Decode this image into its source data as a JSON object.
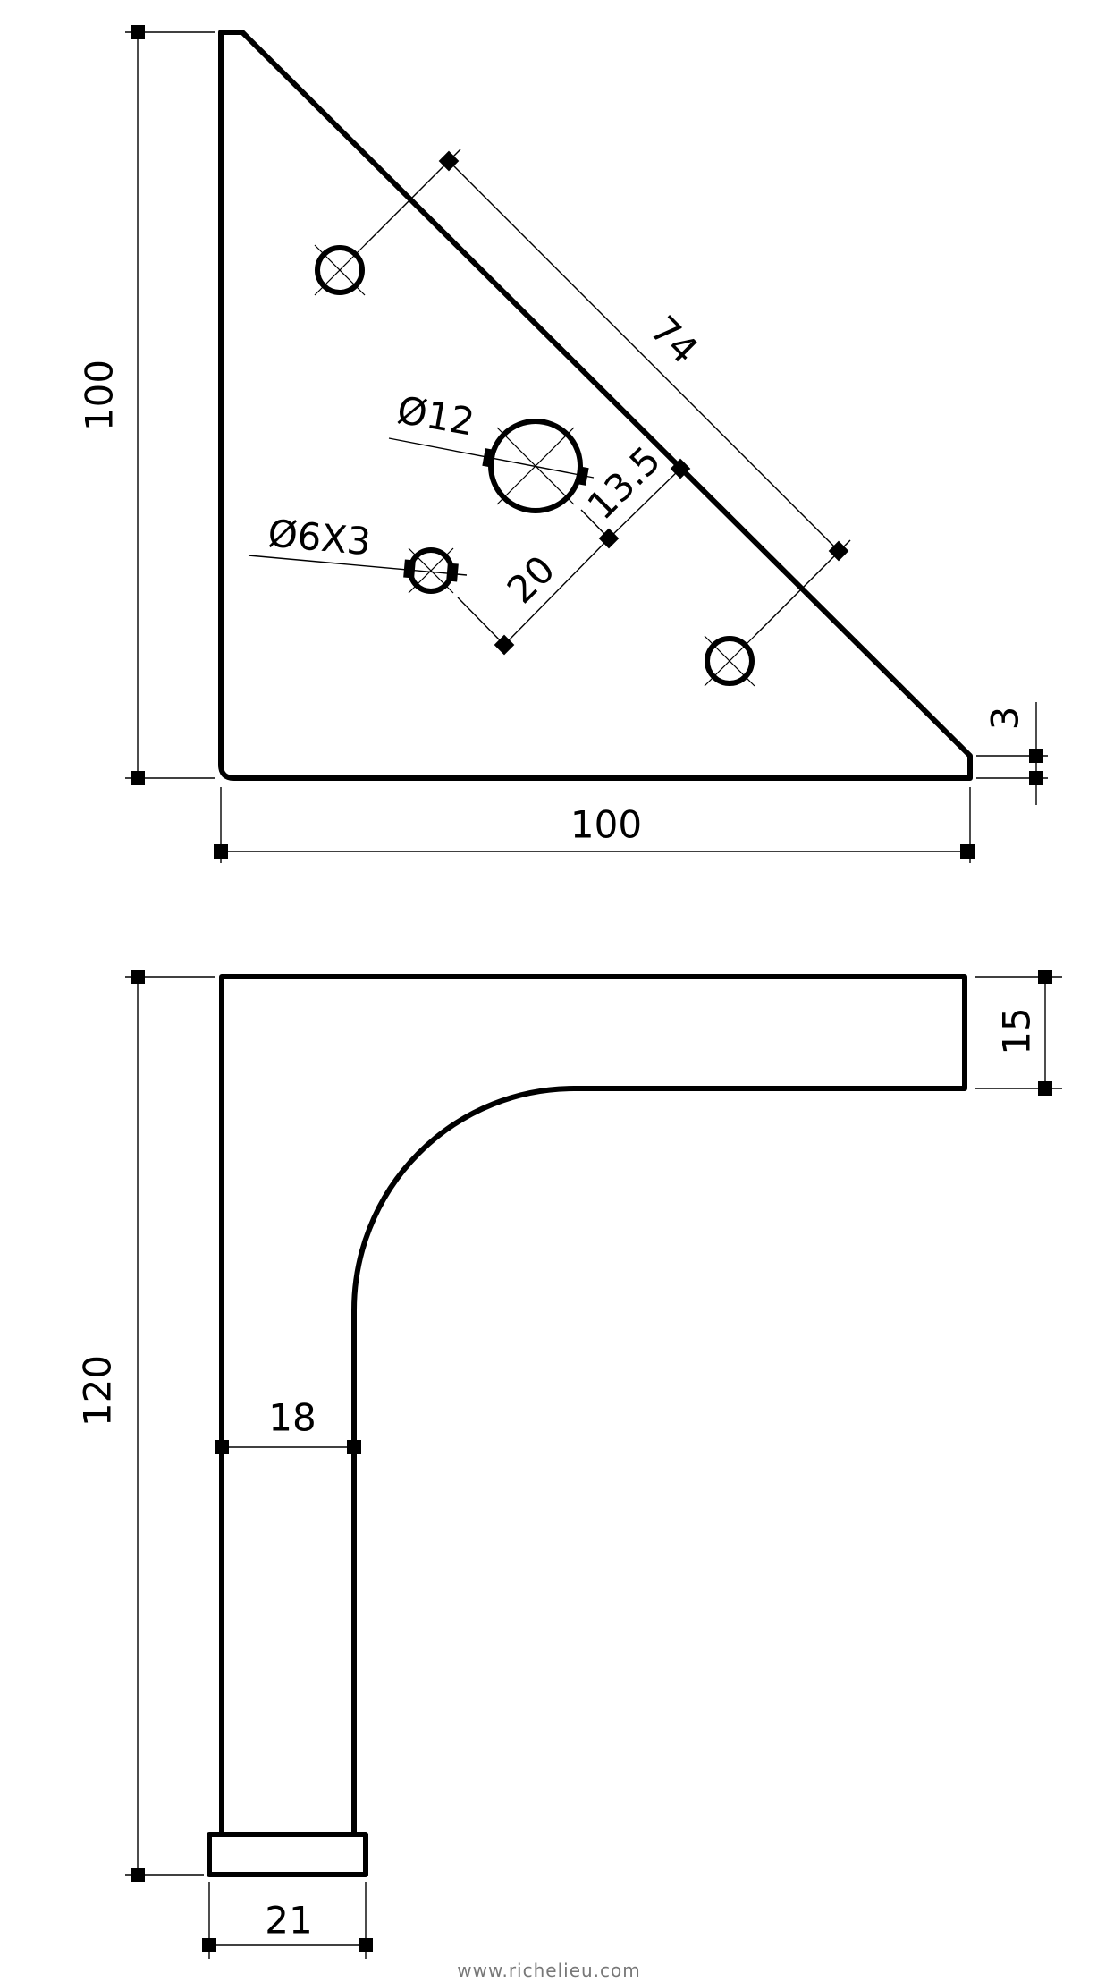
{
  "top_view": {
    "height_label": "100",
    "width_label": "100",
    "edge_label": "3",
    "hole_spacing_label": "74",
    "offset_label": "13.5",
    "spacing_label": "20",
    "large_hole_label": "Ø12",
    "small_holes_label": "Ø6X3"
  },
  "side_view": {
    "height_label": "120",
    "arm_thickness_label": "15",
    "leg_width_label": "18",
    "foot_width_label": "21"
  },
  "footer": {
    "website": "www.richelieu.com"
  },
  "colors": {
    "line": "#000000",
    "footer_text": "#777777"
  }
}
